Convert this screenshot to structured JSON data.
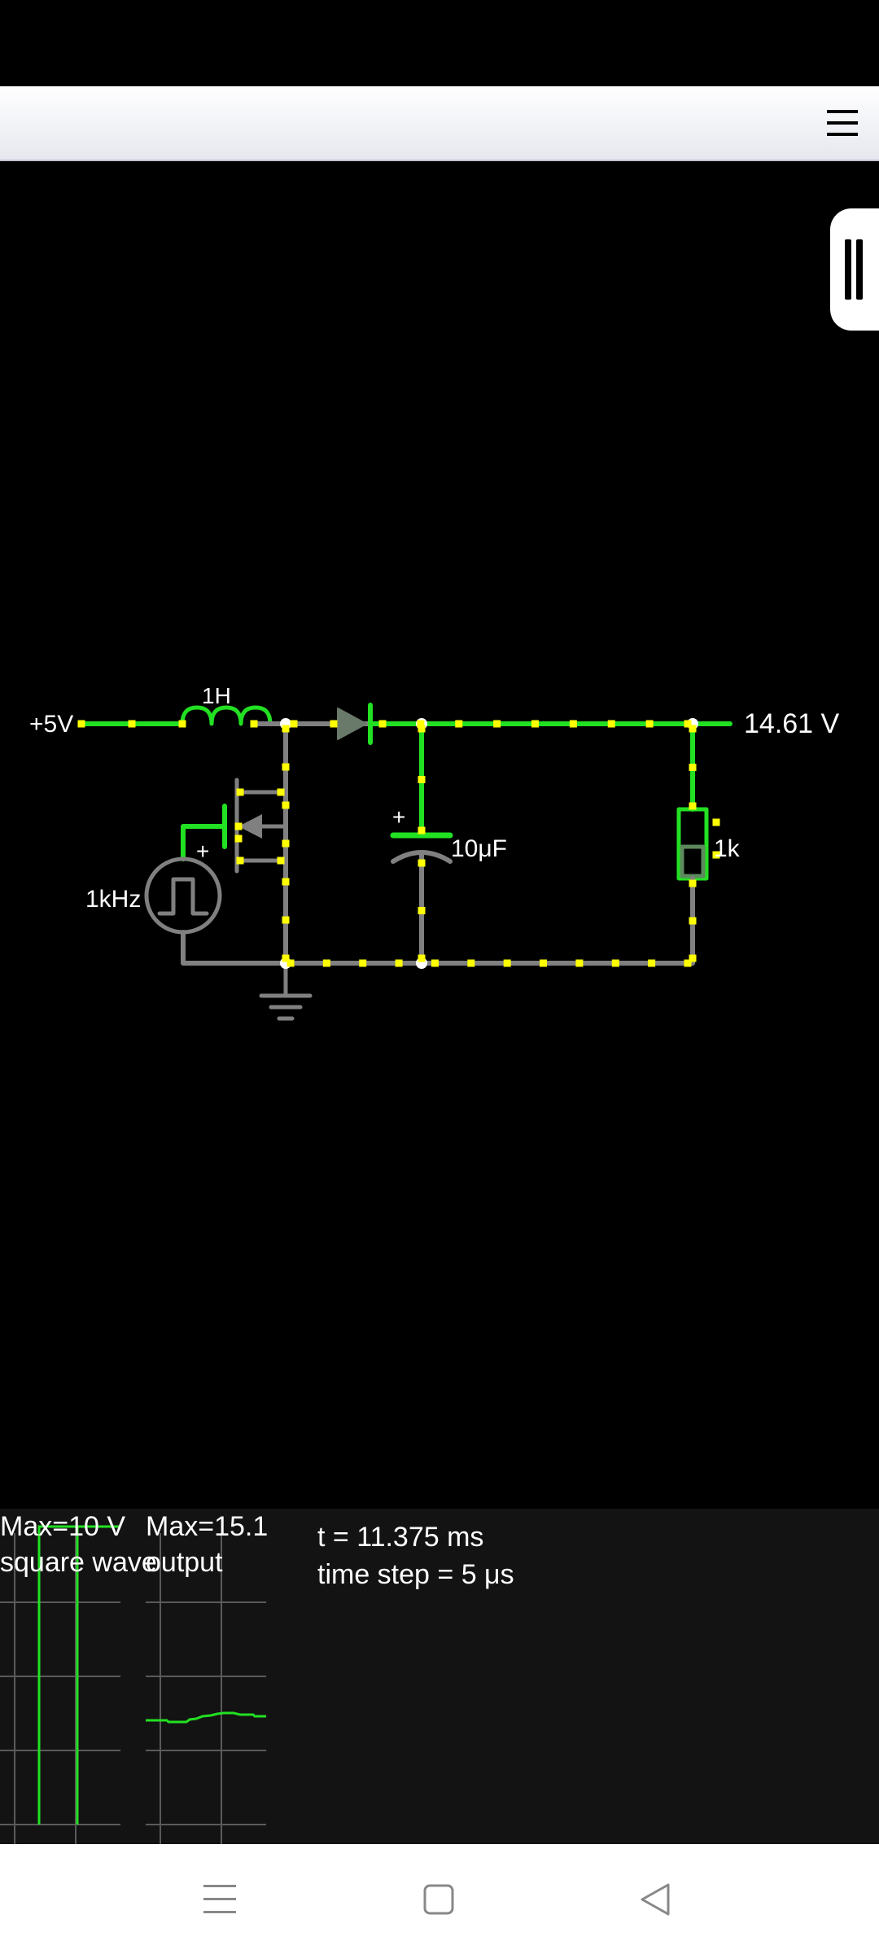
{
  "circuit": {
    "source_voltage_label": "+5V",
    "inductor_label": "1H",
    "output_voltage_label": "14.61 V",
    "capacitor_label": "10μF",
    "capacitor_polarity": "+",
    "resistor_label": "1k",
    "square_source_label": "1kHz",
    "square_source_polarity": "+"
  },
  "scopes": [
    {
      "max_label": "Max=10 V",
      "name_label": "square wave"
    },
    {
      "max_label": "Max=15.1",
      "name_label": "output"
    }
  ],
  "sim_info": {
    "time": "t = 11.375 ms",
    "time_step": "time step = 5 μs"
  },
  "colors": {
    "active_wire": "#22e022",
    "inactive_wire": "#808080",
    "current_dot": "#ffff00",
    "background": "#000000",
    "scope_background": "#131313"
  },
  "icons": {
    "menu": "hamburger-menu-icon",
    "side_panel": "panel-handle-icon",
    "nav_menu": "recent-apps-icon",
    "nav_home": "home-icon",
    "nav_back": "back-icon"
  }
}
